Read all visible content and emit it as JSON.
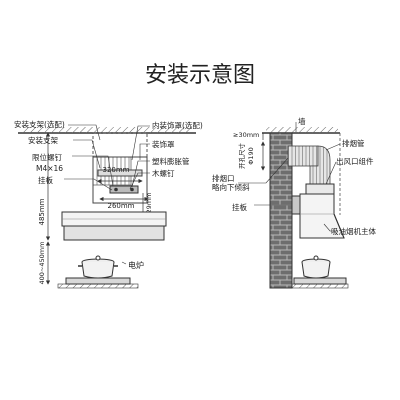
{
  "title": "安装示意图",
  "left": {
    "labels": {
      "bracket_optional": "安装支架(选配)",
      "inner_cover_optional": "内装饰罩(选配)",
      "bracket": "安装支架",
      "cover": "装饰罩",
      "limit_screw": "限位螺钉",
      "screw_spec": "M4×16",
      "expansion_tube": "塑料膨胀管",
      "wood_screw": "木螺钉",
      "hanging_plate": "挂板",
      "stove": "电炉"
    },
    "dimensions": {
      "bracket_width": "320mm",
      "plate_width": "260mm",
      "plate_height": "29mm",
      "cover_height": "485mm",
      "hood_to_stove": "400~450mm"
    }
  },
  "right": {
    "labels": {
      "wall": "墙",
      "exhaust_pipe": "排烟管",
      "outlet_assembly": "出风口组件",
      "exhaust_port": "排烟口",
      "slope_down": "略向下倾斜",
      "hanging_plate": "挂板",
      "hood_body": "吸油烟机主体"
    },
    "dimensions": {
      "top_gap": "≥30mm",
      "hole_size": "开孔尺寸",
      "hole_diameter": "Φ190"
    }
  }
}
